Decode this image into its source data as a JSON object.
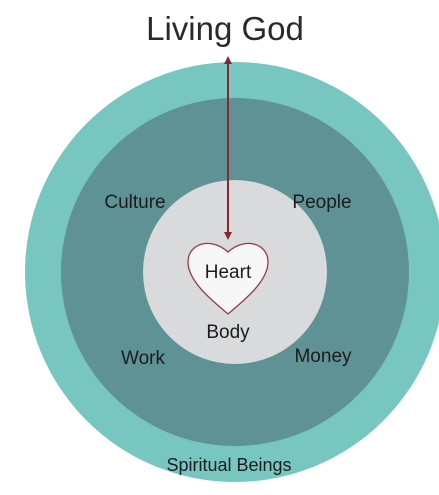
{
  "diagram": {
    "title": "Living God",
    "center_label": "Heart",
    "inner_label": "Body",
    "middle_labels": {
      "top_left": "Culture",
      "top_right": "People",
      "bottom_left": "Work",
      "bottom_right": "Money"
    },
    "outer_label": "Spiritual Beings"
  },
  "colors": {
    "outer_ring": "#78c6c0",
    "middle_ring": "#5e9294",
    "inner_circle": "#d9dadb",
    "heart_fill": "#f7f7f7",
    "heart_stroke": "#9a3a42",
    "arrow": "#8a2531"
  }
}
